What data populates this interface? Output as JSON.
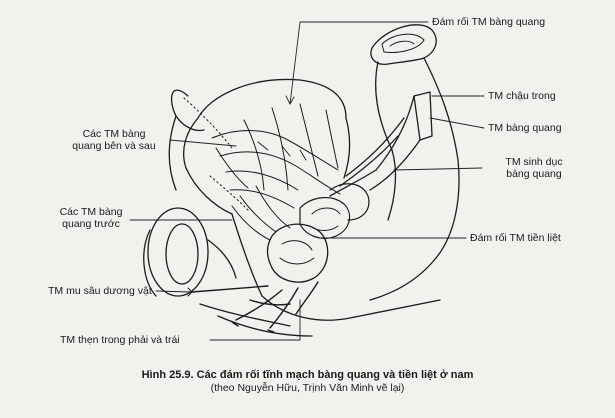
{
  "labels": {
    "bladder_plexus": "Đám rối TM bàng quang",
    "internal_iliac": "TM chậu trong",
    "vesical_vein": "TM bàng quang",
    "vesicogenital": [
      "TM sinh dục",
      "bàng quang"
    ],
    "prostatic_plexus": "Đám rối TM tiền liệt",
    "lateral_posterior": [
      "Các TM bàng",
      "quang bên và sau"
    ],
    "anterior": [
      "Các TM bàng",
      "quang trước"
    ],
    "deep_dorsal": "TM mu sâu dương vật",
    "internal_pudendal": "TM thẹn trong phải và trái"
  },
  "caption": {
    "title": "Hình 25.9. Các đám rối tĩnh mạch bàng quang và tiền liệt ở nam",
    "subtitle": "(theo Nguyễn Hữu, Trịnh Văn Minh vẽ lại)"
  }
}
